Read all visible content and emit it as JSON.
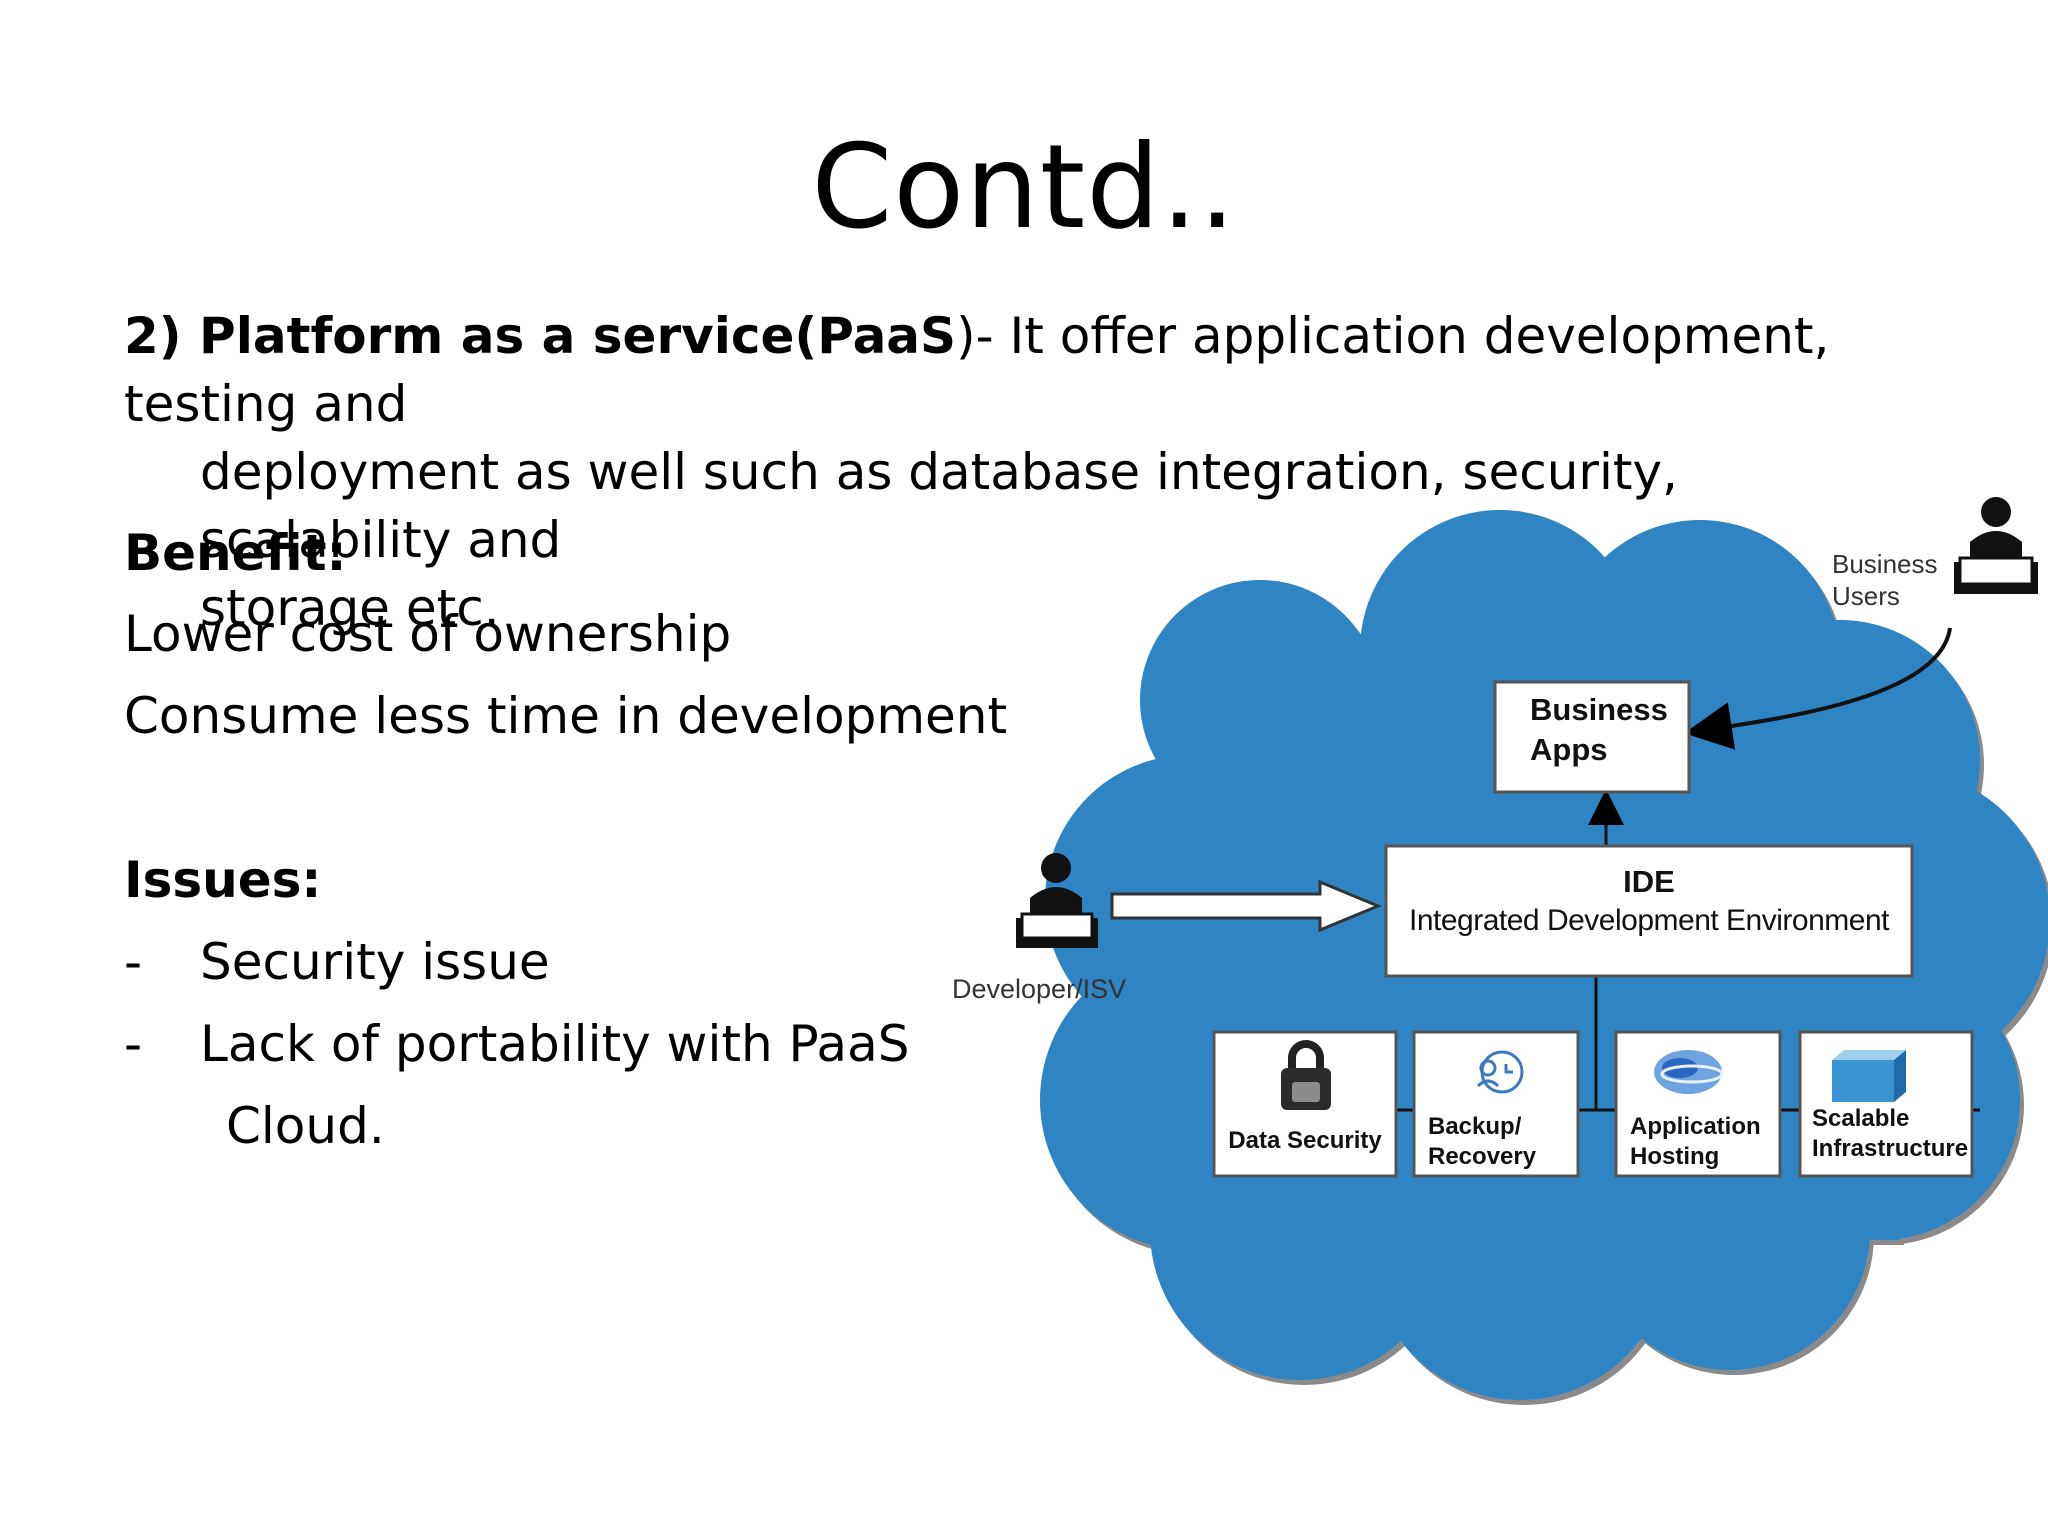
{
  "slide": {
    "title": "Contd..",
    "intro_bold": "2) Platform as a service(PaaS",
    "intro_rest_line1": ")- It offer application development, testing and",
    "intro_line2": "deployment as well such as database integration, security, scalability and",
    "intro_line3": "storage etc.",
    "benefit_heading": "Benefit:",
    "benefits": [
      "Lower cost of ownership",
      "Consume less time in development"
    ],
    "issues_heading": "Issues:",
    "issues": [
      {
        "dash": "-",
        "text": "Security issue"
      },
      {
        "dash": "-",
        "text": "Lack of portability with PaaS"
      }
    ],
    "issues_continuation": "Cloud."
  },
  "diagram": {
    "business_users": [
      "Business",
      "Users"
    ],
    "business_apps": [
      "Business",
      "Apps"
    ],
    "ide_title": "IDE",
    "ide_subtitle": "Integrated Development Environment",
    "developer": "Developer/ISV",
    "services": [
      {
        "lines": [
          "Data Security"
        ],
        "icon": "lock-icon"
      },
      {
        "lines": [
          "Backup/",
          "Recovery"
        ],
        "icon": "backup-icon"
      },
      {
        "lines": [
          "Application",
          "Hosting"
        ],
        "icon": "globe-icon"
      },
      {
        "lines": [
          "Scalable",
          "Infrastructure"
        ],
        "icon": "cube-icon"
      }
    ],
    "colors": {
      "cloud_fill": "#2f84c4",
      "cloud_outline": "#8a8a8a",
      "box_fill": "#ffffff",
      "box_stroke": "#555555"
    }
  }
}
